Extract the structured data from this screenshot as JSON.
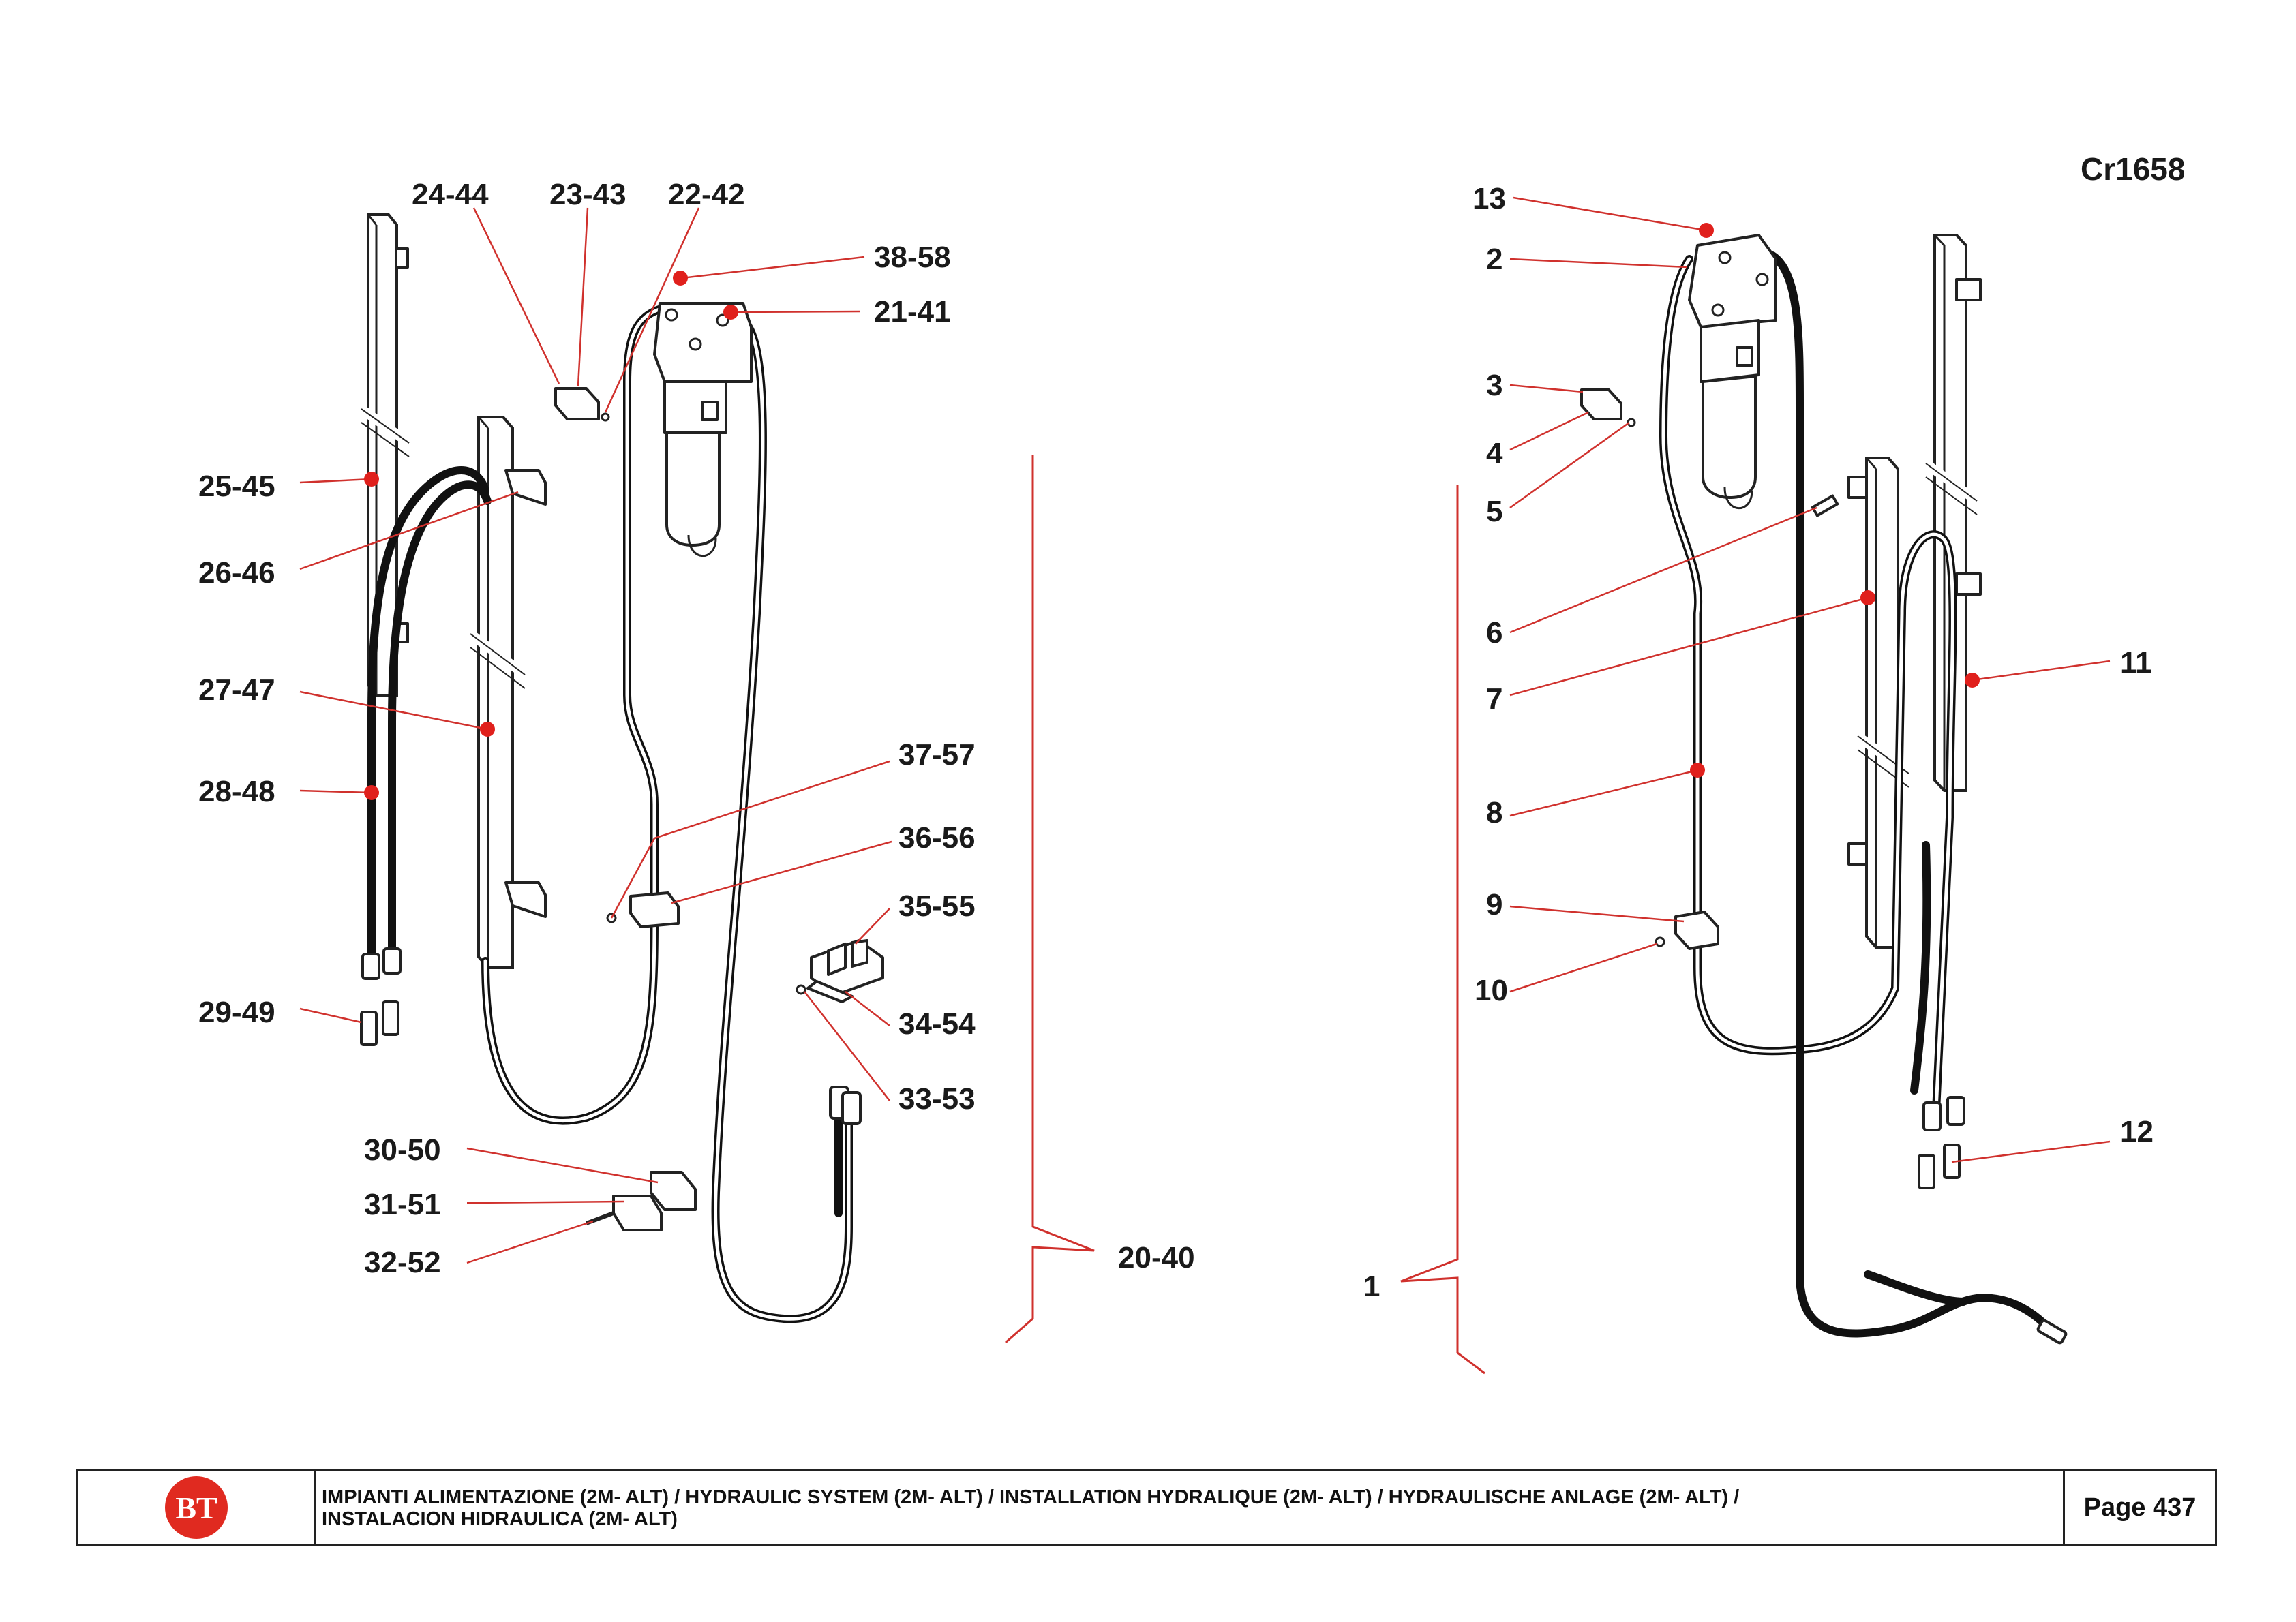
{
  "drawing_code": "Cr1658",
  "left_callouts": {
    "c24": "24-44",
    "c23": "23-43",
    "c22": "22-42",
    "c38": "38-58",
    "c21": "21-41",
    "c25": "25-45",
    "c26": "26-46",
    "c27": "27-47",
    "c28": "28-48",
    "c29": "29-49",
    "c37": "37-57",
    "c36": "36-56",
    "c35": "35-55",
    "c34": "34-54",
    "c33": "33-53",
    "c30": "30-50",
    "c31": "31-51",
    "c32": "32-52",
    "c20": "20-40"
  },
  "right_callouts": {
    "n13": "13",
    "n2": "2",
    "n3": "3",
    "n4": "4",
    "n5": "5",
    "n6": "6",
    "n7": "7",
    "n8": "8",
    "n9": "9",
    "n10": "10",
    "n11": "11",
    "n12": "12",
    "n1": "1"
  },
  "colors": {
    "leader": "#d0312d",
    "callout_dot": "#e0201c",
    "logo": "#e02a20"
  },
  "footer": {
    "logo_text": "BT",
    "title_line1": "IMPIANTI ALIMENTAZIONE  (2M- ALT) / HYDRAULIC SYSTEM  (2M- ALT) / INSTALLATION HYDRALIQUE  (2M- ALT) / HYDRAULISCHE ANLAGE  (2M- ALT) /",
    "title_line2": "INSTALACION HIDRAULICA  (2M- ALT)",
    "page_label": "Page 437"
  }
}
